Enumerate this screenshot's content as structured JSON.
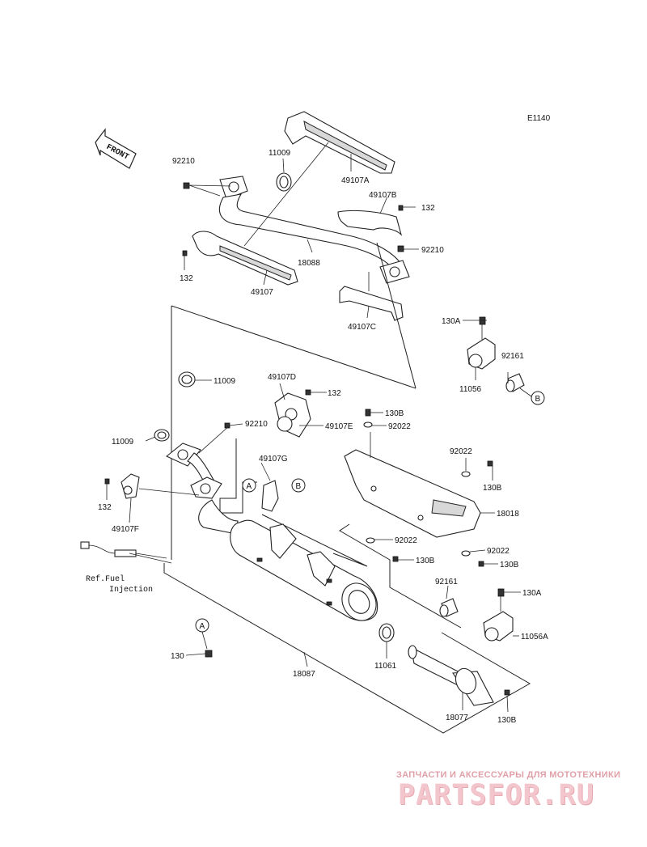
{
  "diagram_code": "E1140",
  "front_label": "FRONT",
  "labels": {
    "p92210a": "92210",
    "p11009a": "11009",
    "p49107A": "49107A",
    "p49107B": "49107B",
    "p132a": "132",
    "p92210b": "92210",
    "p18088": "18088",
    "p132b": "132",
    "p49107": "49107",
    "p49107C": "49107C",
    "p130A_a": "130A",
    "p92161a": "92161",
    "p11056": "11056",
    "p11009b": "11009",
    "p49107D": "49107D",
    "p132c": "132",
    "p92210c": "92210",
    "p49107E": "49107E",
    "p130B_a": "130B",
    "p92022a": "92022",
    "p11009c": "11009",
    "p49107G": "49107G",
    "p92022b": "92022",
    "p130B_b": "130B",
    "p132d": "132",
    "p49107F": "49107F",
    "p18018": "18018",
    "p92022c": "92022",
    "p130B_c": "130B",
    "p92022d": "92022",
    "p130B_d": "130B",
    "ref_line1": "Ref.Fuel",
    "ref_line2": "Injection",
    "p92161b": "92161",
    "p130A_b": "130A",
    "p11056A": "11056A",
    "p130": "130",
    "p11061": "11061",
    "p18087": "18087",
    "p18077": "18077",
    "p130B_e": "130B"
  },
  "callouts": {
    "A": "A",
    "B": "B"
  },
  "watermark": {
    "tagline": "ЗАПЧАСТИ И АКСЕССУАРЫ ДЛЯ МОТОТЕХНИКИ",
    "brand": "PARTSFOR.RU"
  }
}
